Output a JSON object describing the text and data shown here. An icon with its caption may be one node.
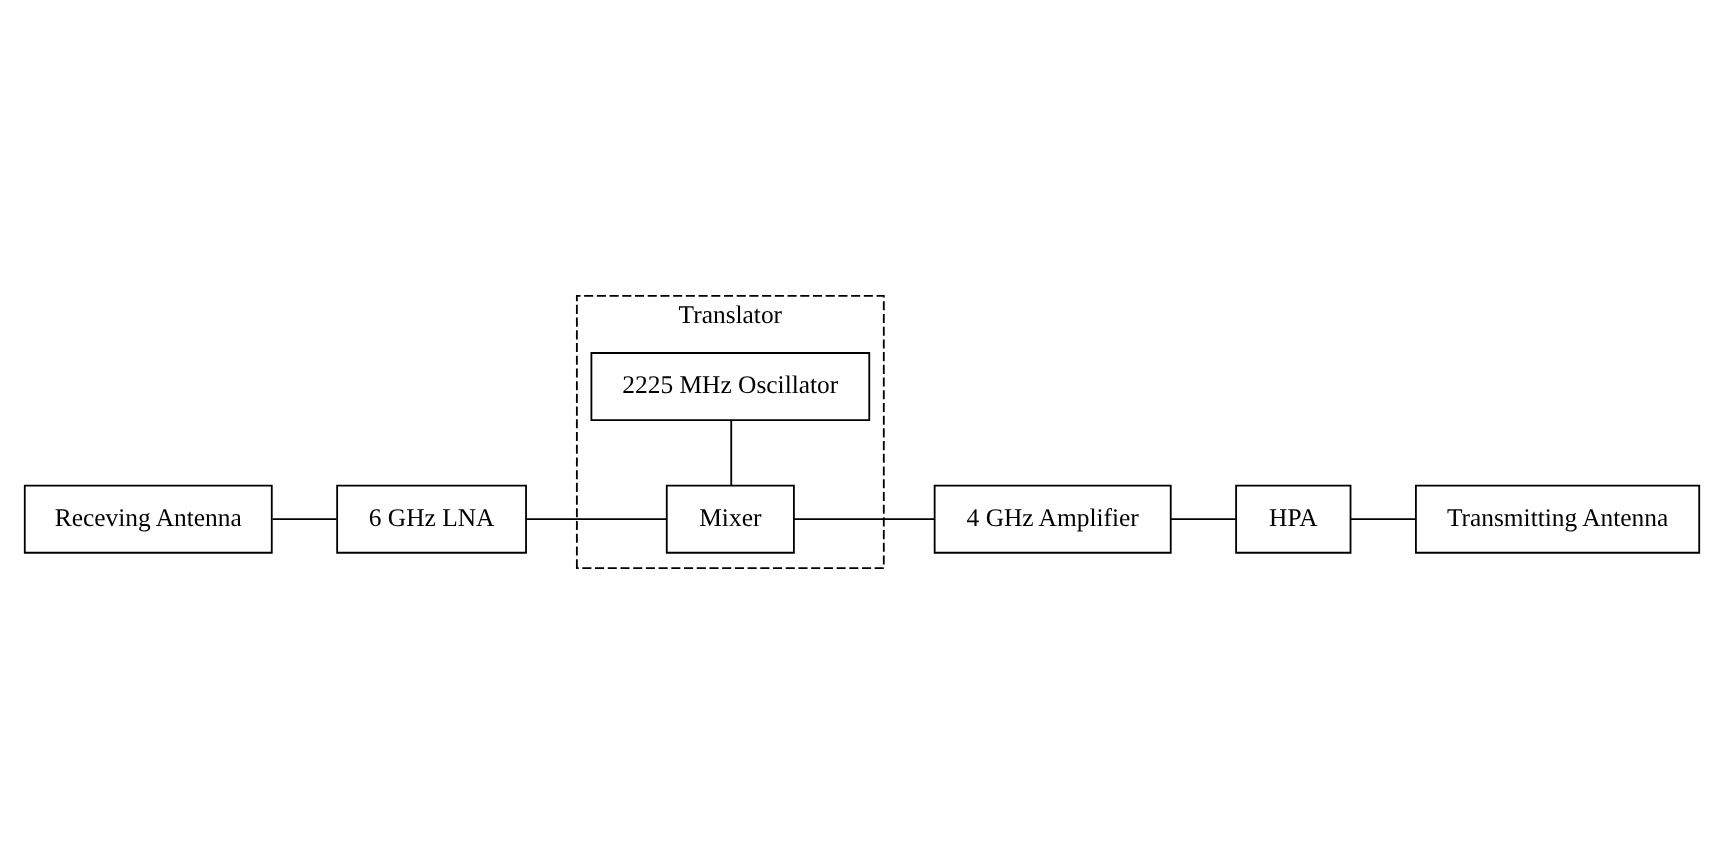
{
  "diagram": {
    "nodes": [
      {
        "text": [
          "Receving Antenna"
        ]
      },
      {
        "text": [
          "6 GHz LNA"
        ]
      },
      {
        "text": [
          "Translator"
        ]
      },
      {
        "text": [
          "Mixer"
        ],
        "in": 2
      },
      {
        "text": [
          "2225 MHz Oscillator"
        ],
        "in": 2
      },
      {
        "text": [
          "4 GHz Amplifier"
        ]
      },
      {
        "text": [
          "HPA"
        ]
      },
      {
        "text": [
          "Transmitting Antenna"
        ]
      }
    ],
    "edges": [
      {
        "from": 0,
        "to": 1,
        "arrow": "none"
      },
      {
        "from": 1,
        "to": 3,
        "arrow": "none"
      },
      {
        "from": 3,
        "to": 4,
        "arrow": "none"
      },
      {
        "from": 3,
        "to": 5,
        "arrow": "none"
      },
      {
        "from": 5,
        "to": 6,
        "arrow": "none"
      },
      {
        "from": 6,
        "to": 7,
        "arrow": "none"
      }
    ]
  }
}
